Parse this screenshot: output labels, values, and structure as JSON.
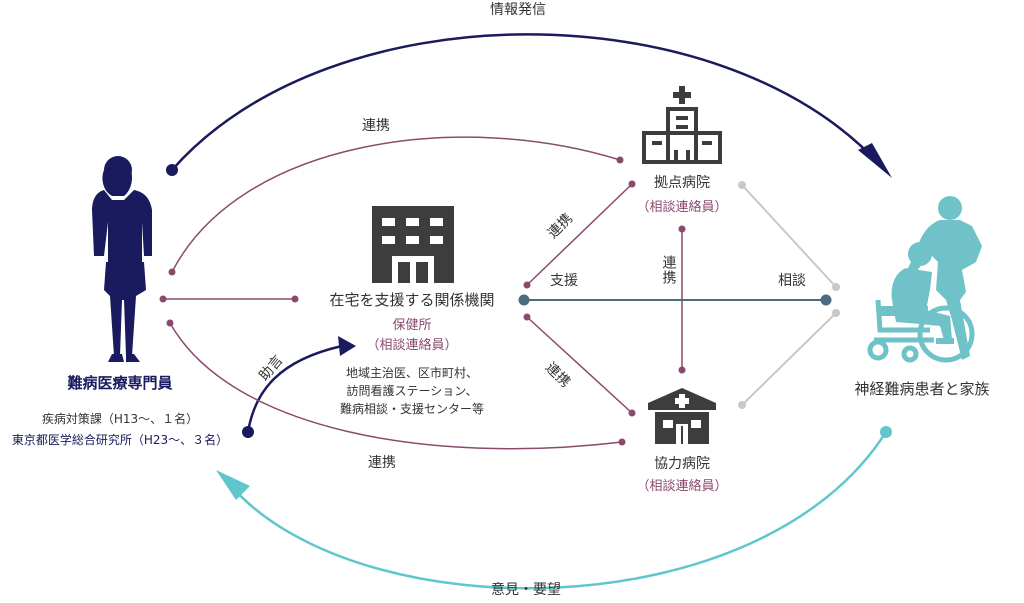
{
  "title_top": "情報発信",
  "title_bottom": "意見・要望",
  "left": {
    "title": "難病医療専門員",
    "line1": "疾病対策課（H13〜、１名）",
    "line2": "東京都医学総合研究所（H23〜、３名）"
  },
  "center": {
    "title": "在宅を支援する関係機関",
    "sub1": "保健所",
    "sub2": "（相談連絡員）",
    "desc1": "地域主治医、区市町村、",
    "desc2": "訪問看護ステーション、",
    "desc3": "難病相談・支援センター等"
  },
  "base_hospital": {
    "name": "拠点病院",
    "role": "（相談連絡員）"
  },
  "coop_hospital": {
    "name": "協力病院",
    "role": "（相談連絡員）"
  },
  "right": {
    "title": "神経難病患者と家族"
  },
  "links": {
    "renkei_upper": "連携",
    "renkei_lower": "連携",
    "renkei_diag_up": "連携",
    "renkei_diag_down": "連携",
    "renkei_vertical": "連携",
    "shien": "支援",
    "soudan": "相談",
    "jogen": "助言"
  },
  "colors": {
    "navy": "#1a1a5e",
    "mauve": "#8a4a6e",
    "teal": "#5fc6cc",
    "slate": "#4a6b80",
    "gray": "#c8c8c8",
    "icon": "#3d3d3d",
    "patient": "#6fc2c8"
  }
}
